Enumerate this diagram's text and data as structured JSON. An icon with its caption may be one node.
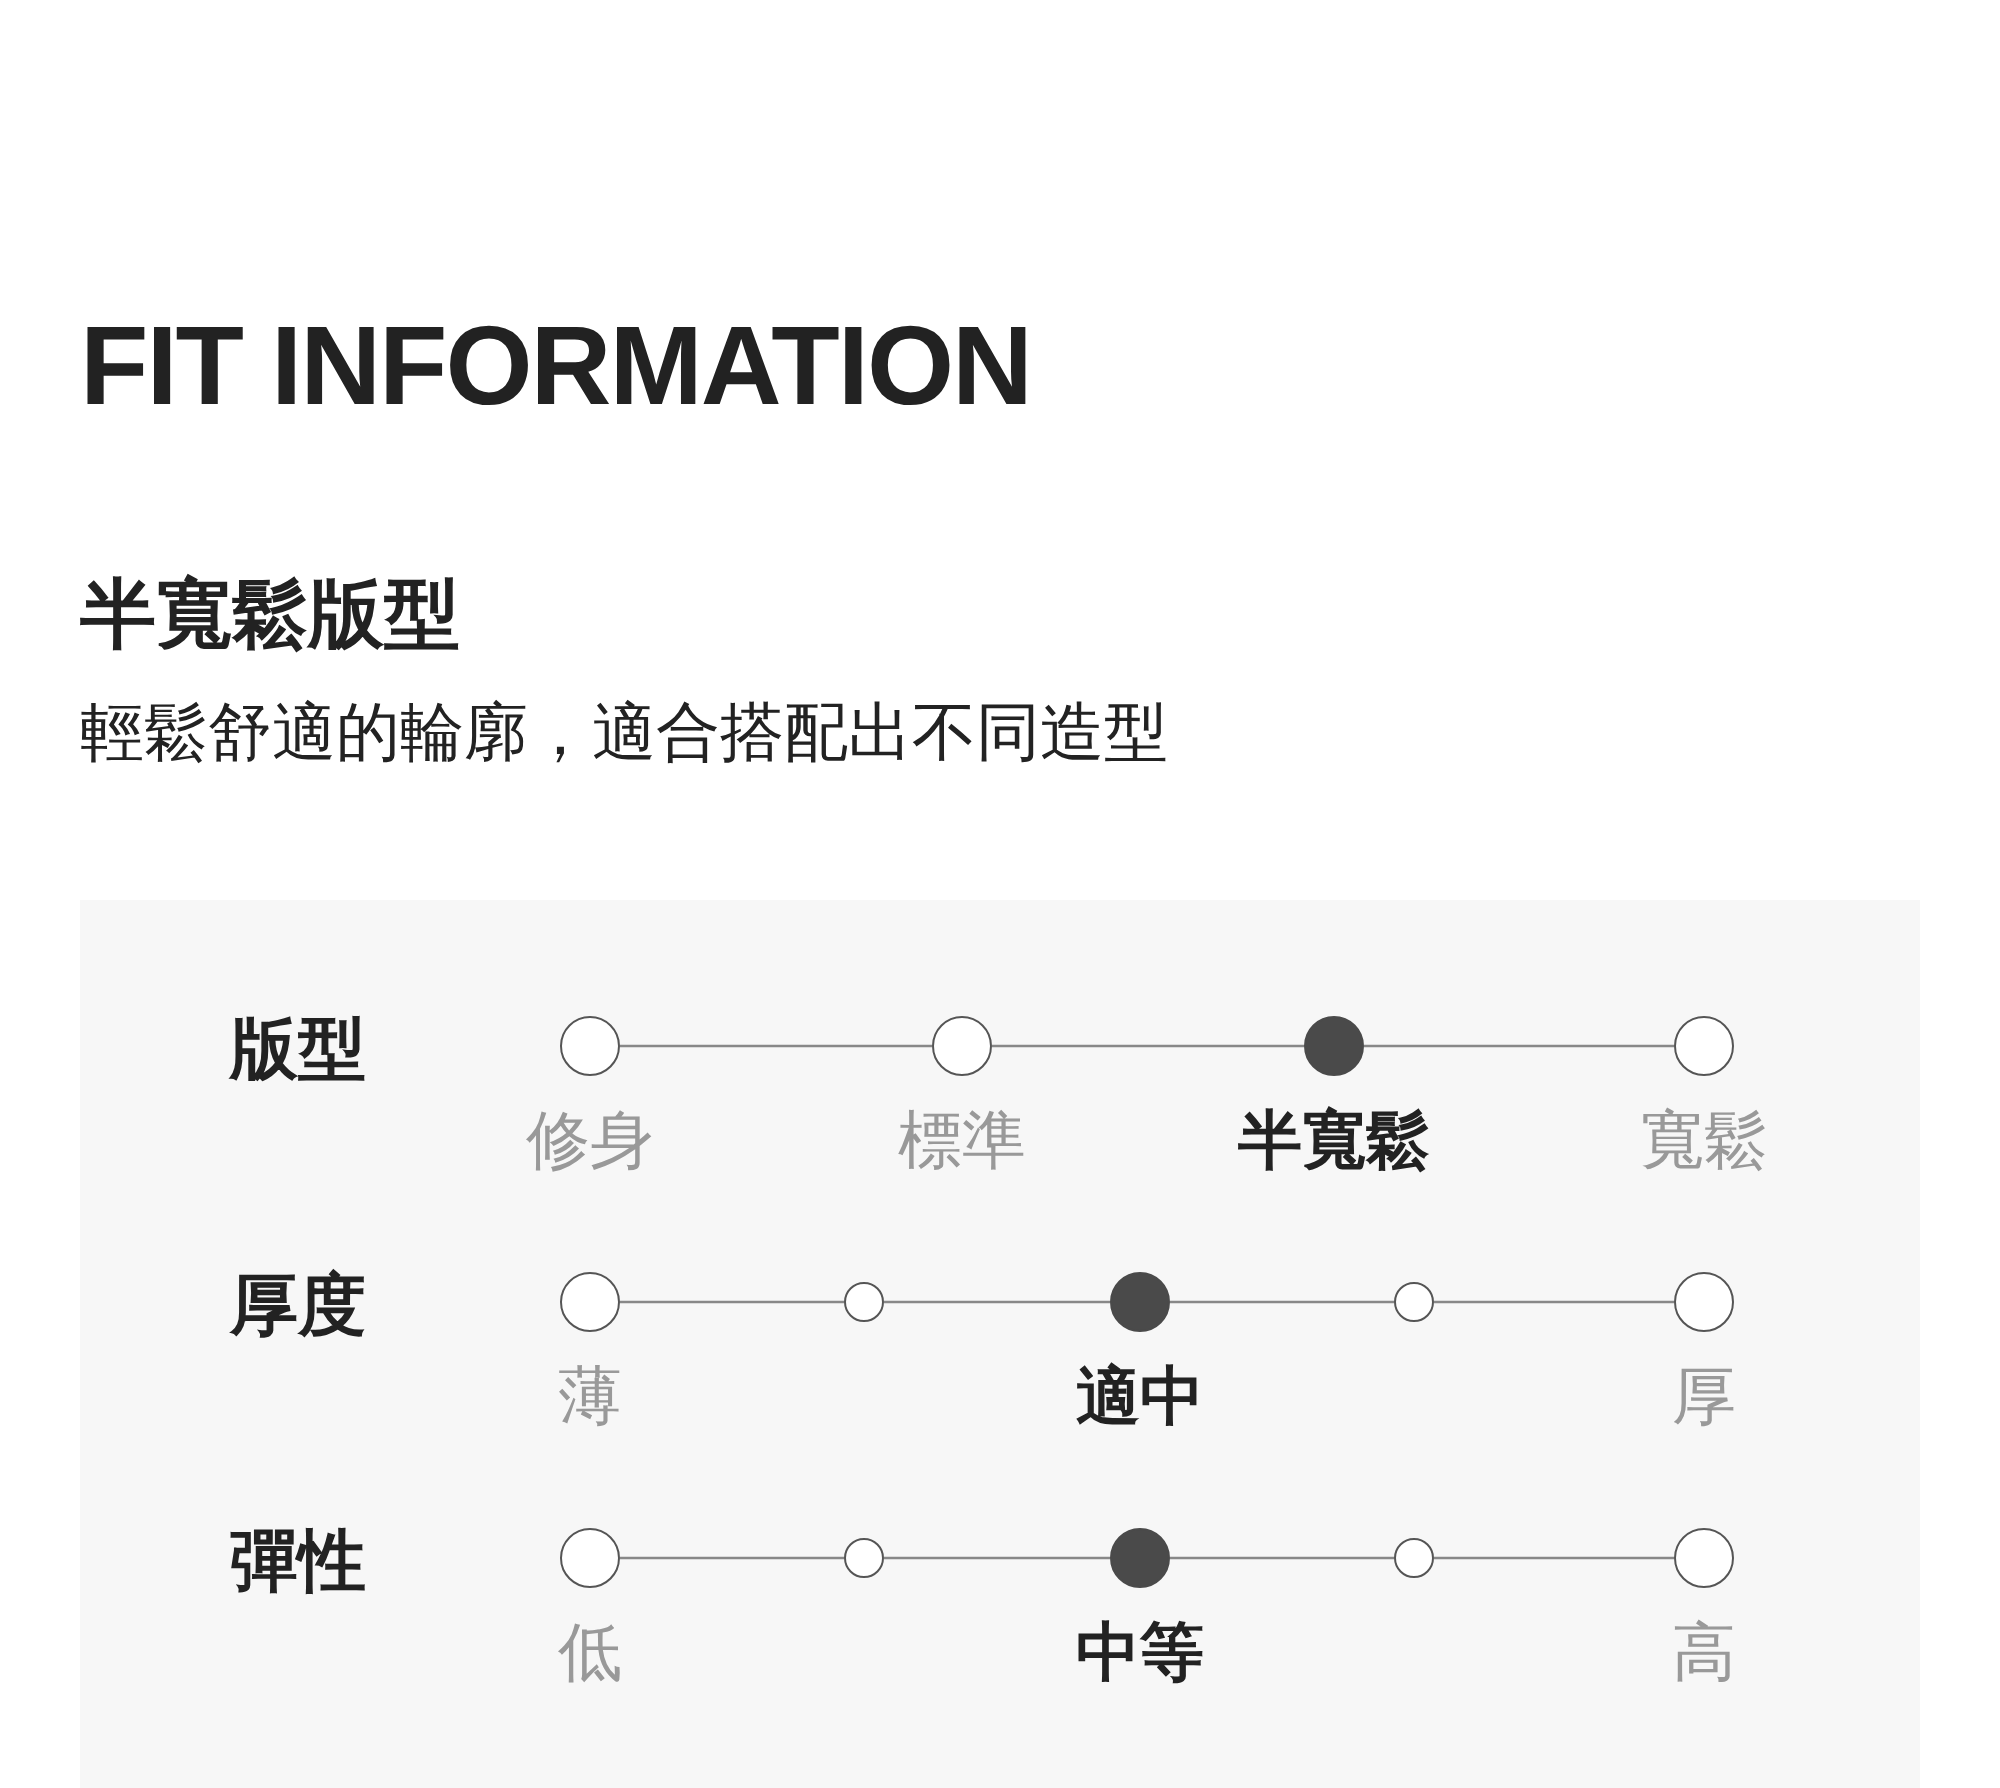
{
  "diagram": {
    "title": "FIT INFORMATION",
    "nodes": [
      {
        "text": [],
        "shape": "circle",
        "beside": [
          "修身"
        ]
      },
      {
        "text": [],
        "shape": "circle",
        "beside": [
          "標準"
        ]
      },
      {
        "text": [],
        "shape": "circle",
        "beside": [
          "半寬鬆"
        ]
      },
      {
        "text": [],
        "shape": "circle",
        "beside": [
          "寬鬆"
        ]
      },
      {
        "text": [],
        "shape": "circle",
        "beside": [
          "薄"
        ]
      },
      {
        "text": [],
        "shape": "circle"
      },
      {
        "text": [],
        "shape": "circle",
        "beside": [
          "適中"
        ]
      },
      {
        "text": [],
        "shape": "circle"
      },
      {
        "text": [],
        "shape": "circle",
        "beside": [
          "厚"
        ]
      },
      {
        "text": [],
        "shape": "circle",
        "beside": [
          "低"
        ]
      },
      {
        "text": [],
        "shape": "circle"
      },
      {
        "text": [],
        "shape": "circle",
        "beside": [
          "中等"
        ]
      },
      {
        "text": [],
        "shape": "circle"
      },
      {
        "text": [],
        "shape": "circle",
        "beside": [
          "高"
        ]
      }
    ],
    "edges": [
      {
        "from": 0,
        "to": 1,
        "arrow": "none"
      },
      {
        "from": 1,
        "to": 2,
        "arrow": "none"
      },
      {
        "from": 2,
        "to": 3,
        "arrow": "none"
      },
      {
        "from": 4,
        "to": 5,
        "arrow": "none"
      },
      {
        "from": 5,
        "to": 6,
        "arrow": "none"
      },
      {
        "from": 6,
        "to": 7,
        "arrow": "none"
      },
      {
        "from": 7,
        "to": 8,
        "arrow": "none"
      },
      {
        "from": 9,
        "to": 10,
        "arrow": "none"
      },
      {
        "from": 10,
        "to": 11,
        "arrow": "none"
      },
      {
        "from": 11,
        "to": 12,
        "arrow": "none"
      },
      {
        "from": 12,
        "to": 13,
        "arrow": "none"
      }
    ],
    "labels": [
      "半寬鬆版型",
      "輕鬆舒適的輪廓，適合搭配出不同造型",
      "版型",
      "厚度",
      "彈性"
    ]
  }
}
